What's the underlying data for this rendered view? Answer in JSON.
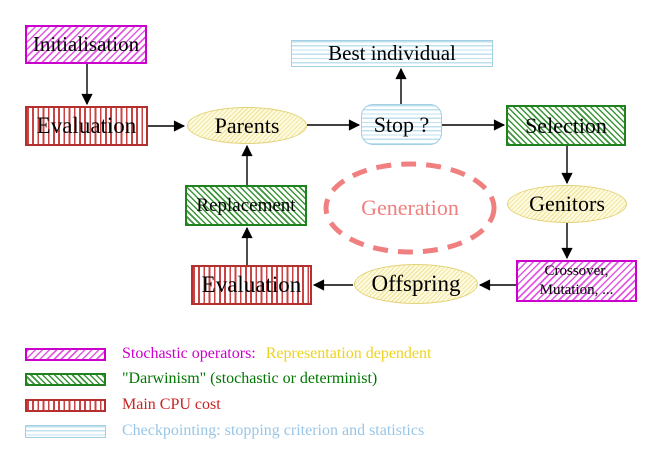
{
  "diagram": {
    "nodes": {
      "initialisation": {
        "label": "Initialisation"
      },
      "evaluation_top": {
        "label": "Evaluation"
      },
      "parents": {
        "label": "Parents"
      },
      "best_individual": {
        "label": "Best individual"
      },
      "stop": {
        "label": "Stop ?"
      },
      "selection": {
        "label": "Selection"
      },
      "replacement": {
        "label": "Replacement"
      },
      "generation": {
        "label": "Generation"
      },
      "genitors": {
        "label": "Genitors"
      },
      "evaluation_bottom": {
        "label": "Evaluation"
      },
      "offspring": {
        "label": "Offspring"
      },
      "crossover": {
        "label_line1": "Crossover,",
        "label_line2": "Mutation, ..."
      }
    },
    "colors": {
      "magenta": "#cc00cc",
      "green": "#1f821f",
      "red": "#b52f2f",
      "cyan": "#a2cfe2",
      "yellow": "#e2d279",
      "salmon": "#f08080",
      "arrow": "#000000"
    }
  },
  "legend": {
    "items": [
      {
        "swatch": "magenta-hatch-swatch",
        "text": "Stochastic operators:",
        "text_color": "#cc00cc",
        "text2": "Representation dependent",
        "text2_color": "#eed31e"
      },
      {
        "swatch": "green-hatch-swatch",
        "text": "\"Darwinism\" (stochastic or determinist)",
        "text_color": "#007700"
      },
      {
        "swatch": "red-stripes-swatch",
        "text": "Main CPU cost",
        "text_color": "#cc2222"
      },
      {
        "swatch": "cyan-stripes-swatch",
        "text": "Checkpointing: stopping criterion and statistics",
        "text_color": "#99c6e6"
      }
    ]
  }
}
